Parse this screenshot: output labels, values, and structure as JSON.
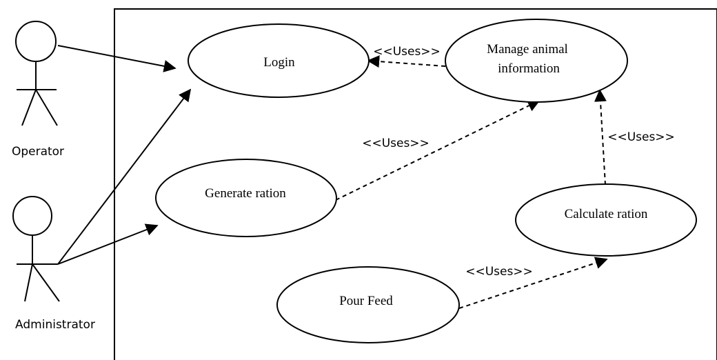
{
  "actors": {
    "operator": "Operator",
    "administrator": "Administrator"
  },
  "use_cases": {
    "login": "Login",
    "manage_line1": "Manage animal",
    "manage_line2": "information",
    "generate_ration": "Generate ration",
    "calculate_ration": "Calculate ration",
    "pour_feed": "Pour Feed"
  },
  "relationships": {
    "uses_manage_login": "<<Uses>>",
    "uses_generate_manage": "<<Uses>>",
    "uses_calculate_manage": "<<Uses>>",
    "uses_pour_calculate": "<<Uses>>"
  }
}
